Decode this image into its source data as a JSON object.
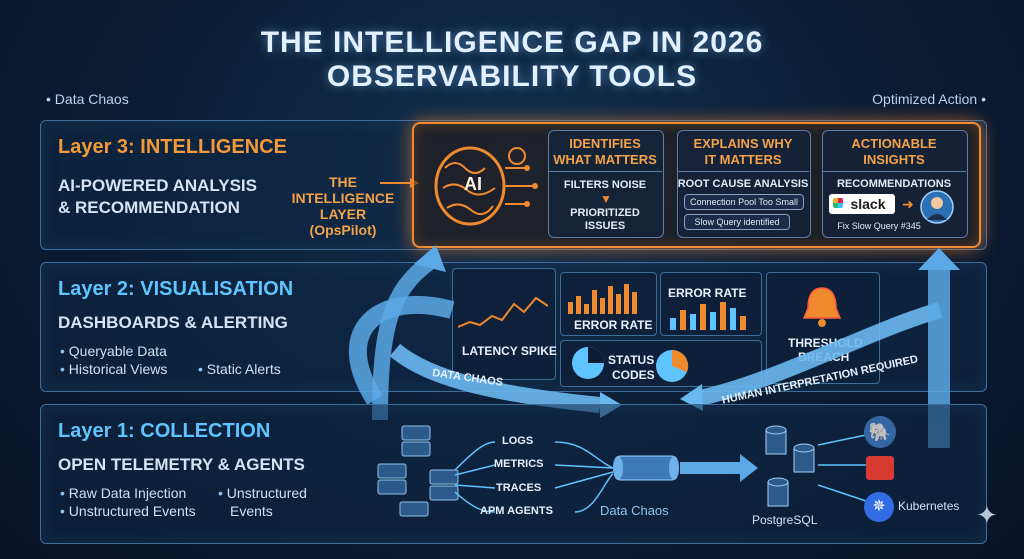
{
  "title": {
    "line1": "THE INTELLIGENCE GAP IN 2026",
    "line2": "OBSERVABILITY TOOLS"
  },
  "corners": {
    "left": "• Data Chaos",
    "right": "Optimized Action •"
  },
  "layer3": {
    "title": "Layer 3: INTELLIGENCE",
    "subtitle_line1": "AI-POWERED ANALYSIS",
    "subtitle_line2": "& RECOMMENDATION",
    "intel_label_line1": "THE",
    "intel_label_line2": "INTELLIGENCE",
    "intel_label_line3": "LAYER",
    "intel_label_line4": "(OpsPilot)",
    "ai_text": "AI",
    "cards": [
      {
        "head1": "IDENTIFIES",
        "head2": "WHAT MATTERS",
        "text1": "FILTERS NOISE",
        "text2": "PRIORITIZED",
        "text3": "ISSUES"
      },
      {
        "head1": "EXPLAINS WHY",
        "head2": "IT MATTERS",
        "text1": "ROOT CAUSE ANALYSIS",
        "pill1": "Connection Pool Too Small",
        "pill2": "Slow Query identified"
      },
      {
        "head1": "ACTIONABLE",
        "head2": "INSIGHTS",
        "text1": "RECOMMENDATIONS",
        "brand": "slack",
        "footer": "Fix Slow Query #345"
      }
    ]
  },
  "layer2": {
    "title": "Layer 2: VISUALISATION",
    "subtitle": "DASHBOARDS & ALERTING",
    "bullets": [
      "Queryable Data",
      "Historical Views",
      "Static Alerts"
    ],
    "panels": {
      "latency": "LATENCY SPIKE",
      "error1": "ERROR RATE",
      "error2": "ERROR RATE",
      "status1": "STATUS",
      "status2": "CODES",
      "threshold1": "THRESHOLD",
      "threshold2": "BREACH"
    },
    "flow_left": "DATA CHAOS",
    "flow_right": "HUMAN INTERPRETATION REQUIRED"
  },
  "layer1": {
    "title": "Layer 1: COLLECTION",
    "subtitle": "OPEN TELEMETRY & AGENTS",
    "bullets": [
      "Raw Data Injection",
      "Unstructured Events",
      "Unstructured",
      "Events"
    ],
    "flows": [
      "LOGS",
      "METRICS",
      "TRACES",
      "APM AGENTS"
    ],
    "chaos_label": "Data Chaos",
    "db_label": "PostgreSQL",
    "k8s_label": "Kubernetes"
  },
  "colors": {
    "accent_orange": "#f08a2e",
    "accent_cyan": "#5fc4ff",
    "background": "#0b1c33",
    "border": "#3f6d9a"
  },
  "icons": [
    "brain-ai-icon",
    "gear-icon",
    "arrow-down-icon",
    "slack-icon",
    "user-avatar-icon",
    "bell-alert-icon",
    "server-rack-icon",
    "pipe-icon",
    "database-icon",
    "postgres-elephant-icon",
    "redis-icon",
    "kubernetes-icon",
    "sparkle-icon"
  ]
}
